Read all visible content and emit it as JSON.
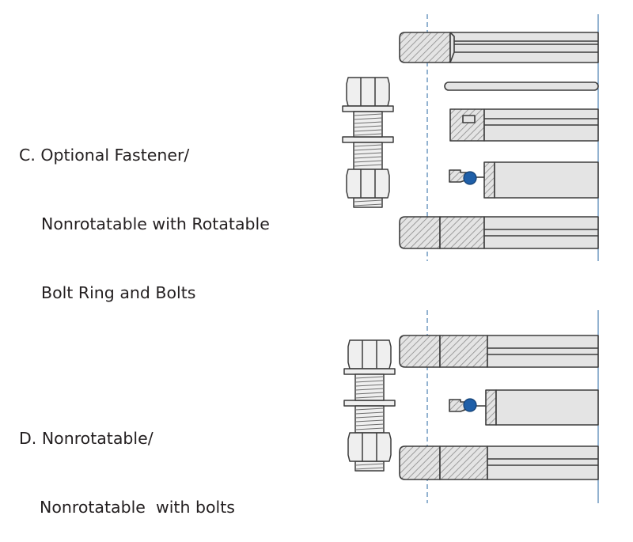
{
  "colors": {
    "outline": "#3c3c3c",
    "fill": "#e4e4e4",
    "hatch": "#8c8c8c",
    "bolt_fill": "#efefef",
    "oring": "#1f5fa8",
    "centerline": "#4a7fb0",
    "text": "#231f20"
  },
  "sections": [
    {
      "id": "C",
      "lines": [
        "C. Optional Fastener/",
        "Nonrotatable with Rotatable",
        "Bolt Ring and Bolts"
      ]
    },
    {
      "id": "D",
      "lines": [
        "D. Nonrotatable/",
        "Nonrotatable  with bolts"
      ]
    }
  ],
  "icons": [
    "bolt-icon",
    "nut-icon",
    "washer-icon",
    "o-ring-icon"
  ]
}
